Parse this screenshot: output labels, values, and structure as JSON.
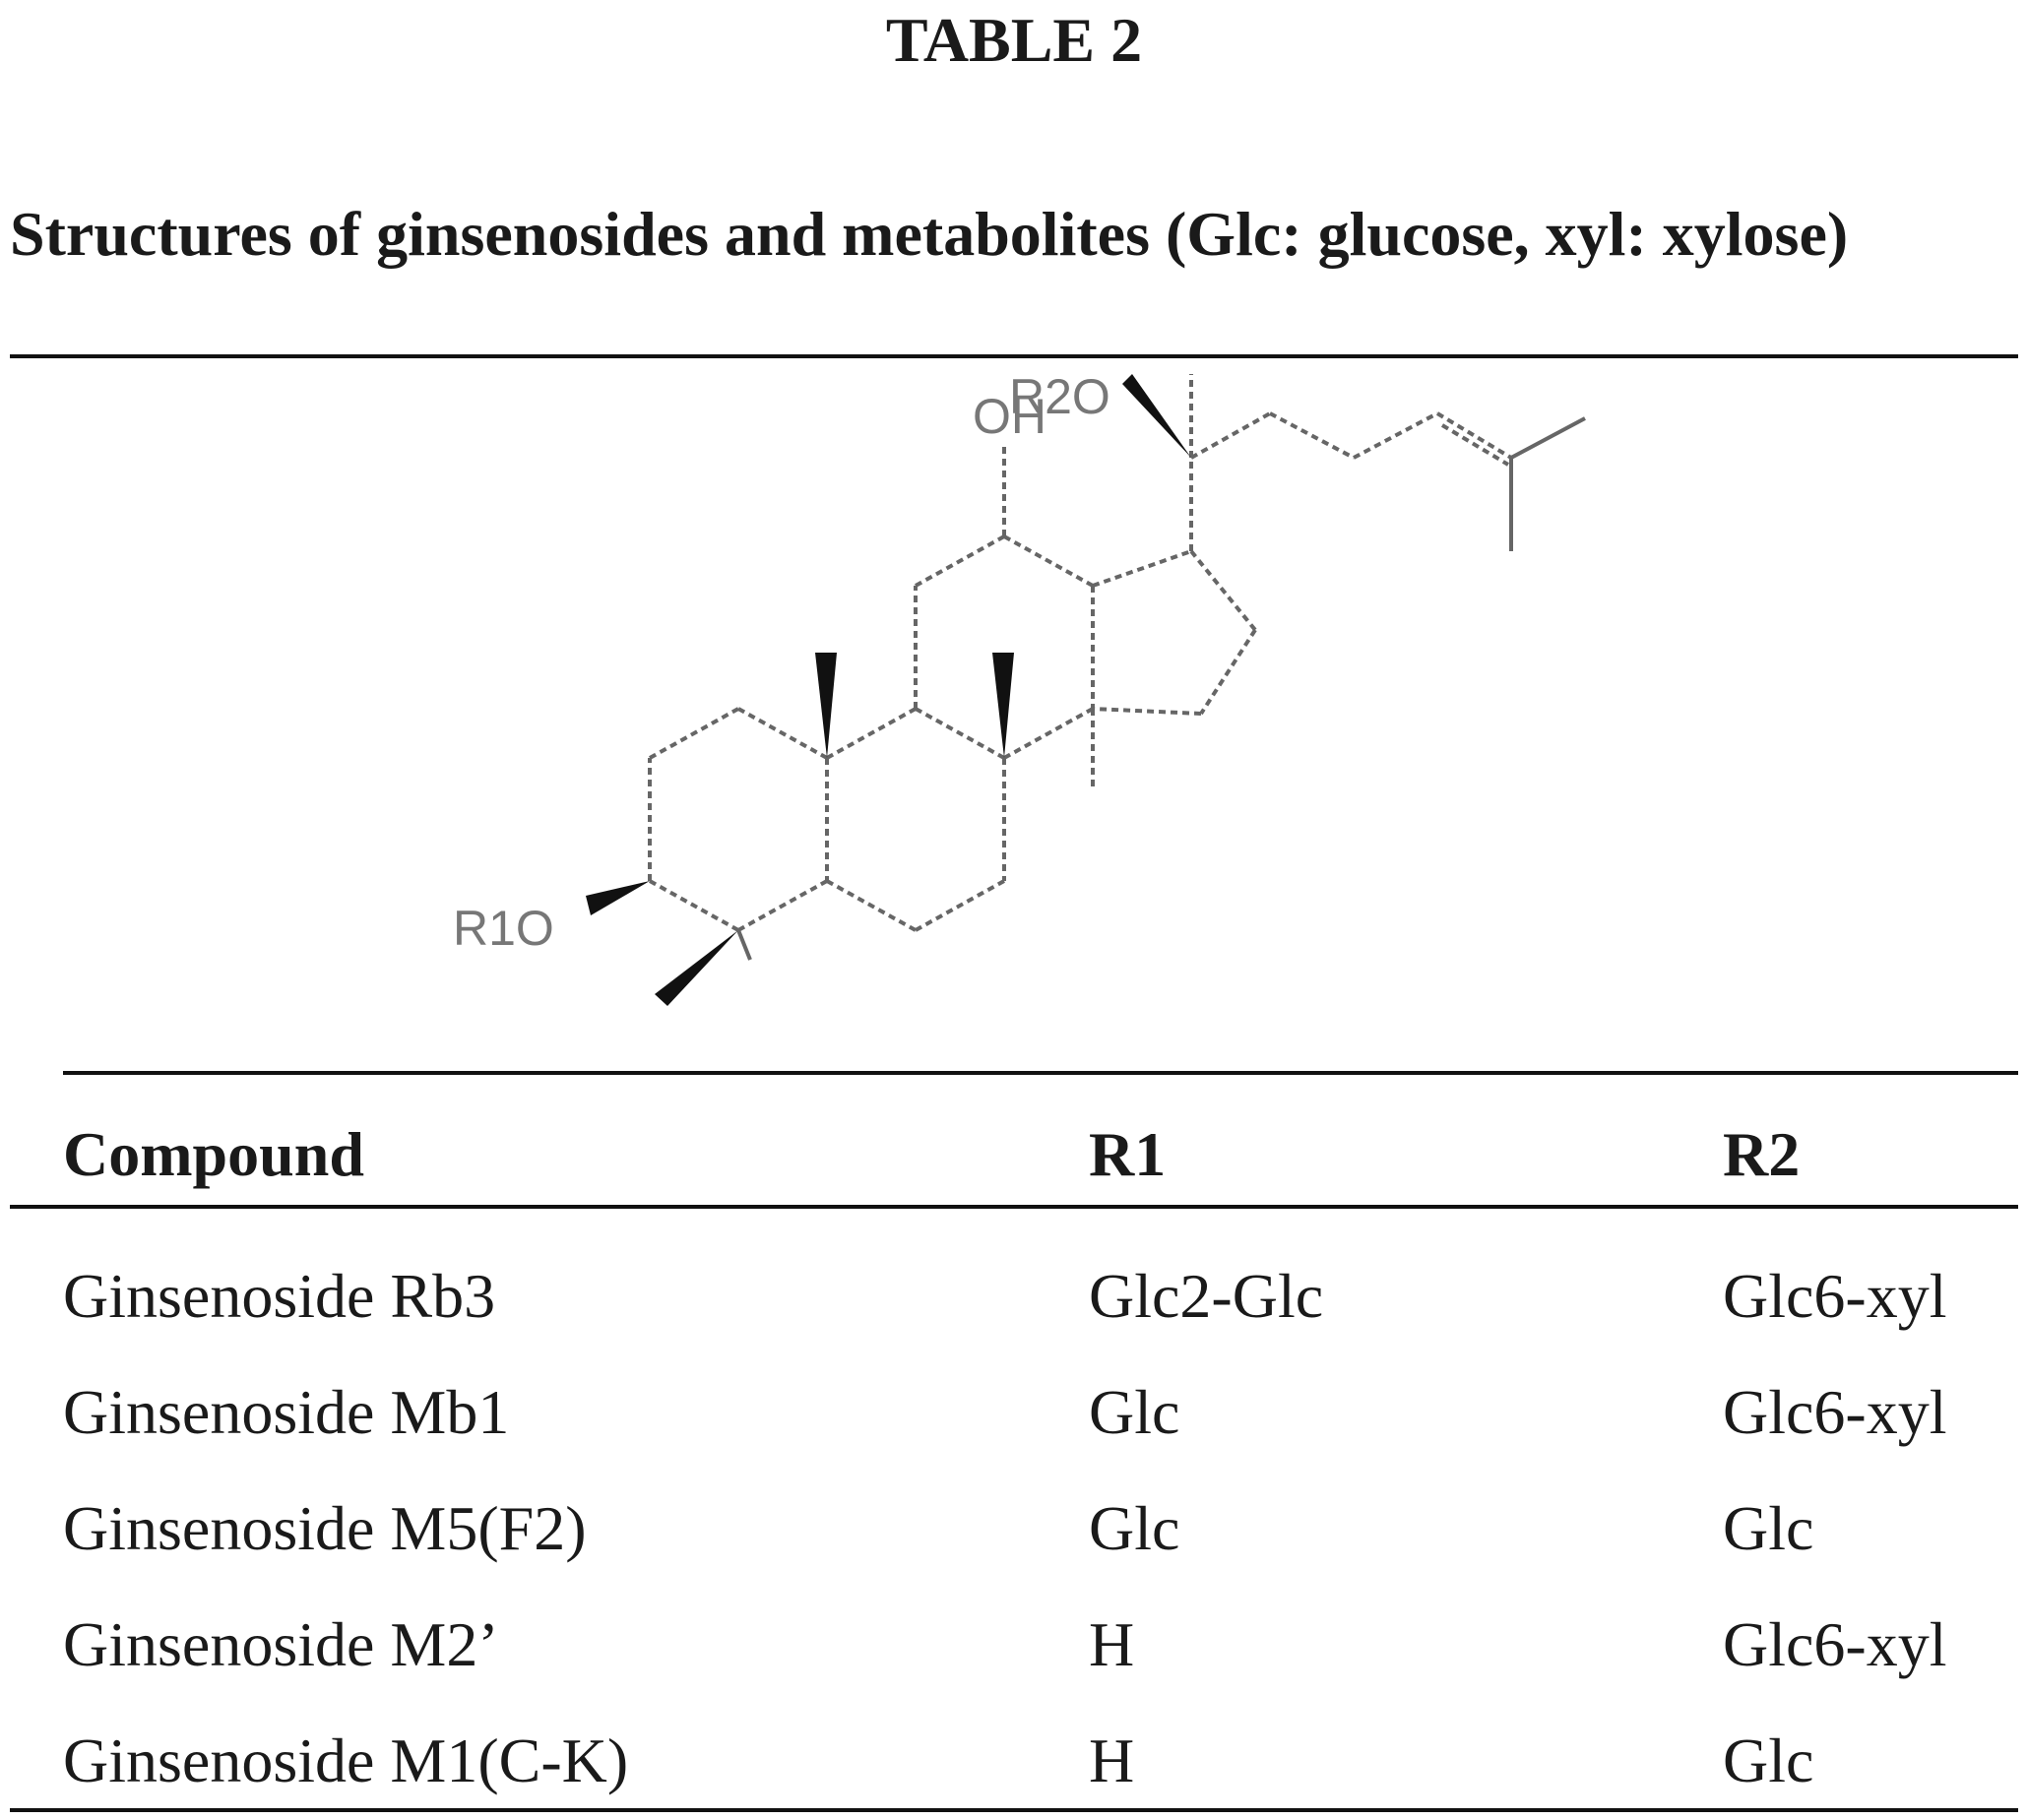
{
  "caption": {
    "label": "TABLE 2",
    "title": "Structures of ginsenosides and metabolites (Glc: glucose, xyl: xylose)"
  },
  "structure": {
    "labels": {
      "r1o": "R1O",
      "r2o": "R2O",
      "oh": "OH"
    }
  },
  "table": {
    "headers": [
      "Compound",
      "R1",
      "R2"
    ],
    "rows": [
      [
        "Ginsenoside Rb3",
        "Glc2-Glc",
        "Glc6-xyl"
      ],
      [
        "Ginsenoside Mb1",
        "Glc",
        "Glc6-xyl"
      ],
      [
        "Ginsenoside M5(F2)",
        "Glc",
        "Glc"
      ],
      [
        "Ginsenoside M2’",
        "H",
        "Glc6-xyl"
      ],
      [
        "Ginsenoside M1(C-K)",
        "H",
        "Glc"
      ]
    ]
  }
}
